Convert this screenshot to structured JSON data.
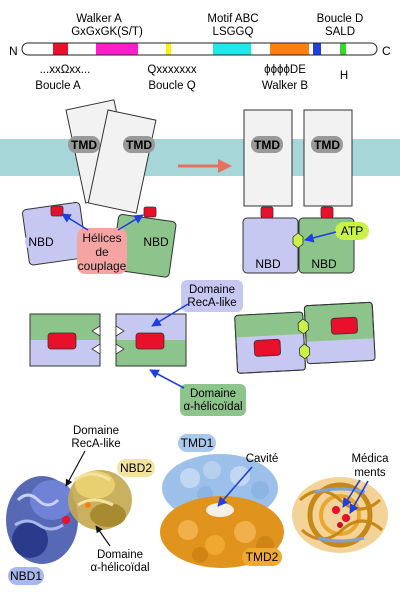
{
  "topbar": {
    "n_label": "N",
    "c_label": "C",
    "top_labels": [
      {
        "line1": "Walker A",
        "line2": "GxGxGK(S/T)"
      },
      {
        "line1": "Motif ABC",
        "line2": "LSGGQ"
      },
      {
        "line1": "Boucle D",
        "line2": "SALD"
      }
    ],
    "bottom_labels": [
      {
        "line1": "...xxΩxx...",
        "line2": "Boucle A"
      },
      {
        "line1": "Qxxxxxxx",
        "line2": "Boucle Q"
      },
      {
        "line1": "ϕϕϕϕDE",
        "line2": "Walker B"
      },
      {
        "line1": "H",
        "line2": ""
      }
    ],
    "segment_colors": [
      "#e8102a",
      "#ff1ec8",
      "#fff200",
      "#1ee8e8",
      "#ff7f0f",
      "#1f3fdf",
      "#39d62e"
    ]
  },
  "panel1": {
    "tmd_left": "TMD",
    "tmd_right": "TMD",
    "nbd_left": "NBD",
    "nbd_right": "NBD",
    "helix_label_1": "Hélices",
    "helix_label_2": "de",
    "helix_label_3": "couplage"
  },
  "panel2": {
    "tmd_left": "TMD",
    "tmd_right": "TMD",
    "nbd_left": "NBD",
    "nbd_right": "NBD",
    "atp_label": "ATP"
  },
  "panel3": {
    "reca_label_1": "Domaine",
    "reca_label_2": "RecA-like",
    "helical_label_1": "Domaine",
    "helical_label_2": "α-hélicoïdal"
  },
  "bottom": {
    "reca_label_1": "Domaine",
    "reca_label_2": "RecA-like",
    "nbd2_label": "NBD2",
    "nbd1_label": "NBD1",
    "helical_label_1": "Domaine",
    "helical_label_2": "α-hélicoïdal",
    "tmd1_label": "TMD1",
    "tmd2_label": "TMD2",
    "cavity_label": "Cavité",
    "drugs_label_1": "Médica",
    "drugs_label_2": "ments"
  },
  "colors": {
    "membrane": "#a6d6d8",
    "nbd_blue": "#c6c8f2",
    "nbd_green": "#8cc48c",
    "tmd_grey": "#f2f2f2",
    "red": "#e8102a",
    "helix_bg": "#f5a3a3",
    "atp_bg": "#c8f24a",
    "arrow_blue": "#1f3fdf",
    "big_arrow": "#e87060",
    "tmd1_bg": "#a8c8ec",
    "tmd2_bg": "#f0a830",
    "nbd2_bg": "#f2e4a0",
    "nbd1_bg": "#a8b8ec"
  }
}
